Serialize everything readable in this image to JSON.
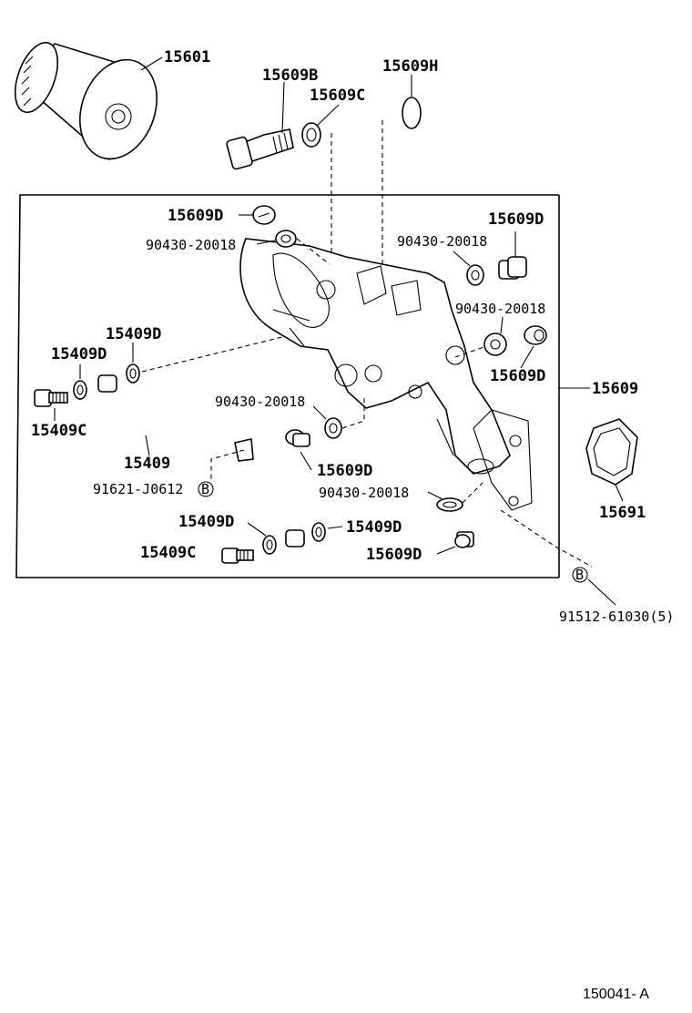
{
  "labels": {
    "filter": "15601",
    "union_bolt": "15609B",
    "gasket_c": "15609C",
    "oring_h": "15609H",
    "plug_d_top": "15609D",
    "washer_left": "90430-20018",
    "plug_d_right_top": "15609D",
    "washer_right_top": "90430-20018",
    "washer_right_mid": "90430-20018",
    "plug_d_right_mid": "15609D",
    "bracket_assy": "15609",
    "gasket_plate": "15691",
    "pipe_washer_upper": "15409D",
    "pipe_washer_lower": "15409D",
    "pipe_bolt_upper": "15409C",
    "pipe": "15409",
    "clamp_bolt": "91621-J0612",
    "washer_center": "90430-20018",
    "plug_d_center": "15609D",
    "washer_bottom": "90430-20018",
    "pipe_washer_bl": "15409D",
    "pipe_washer_br": "15409D",
    "pipe_bolt_lower": "15409C",
    "plug_d_bottom": "15609D",
    "bolt_bottom": "91512-61030(5)",
    "callout_b": "B"
  },
  "footer": {
    "code": "150041- A"
  }
}
